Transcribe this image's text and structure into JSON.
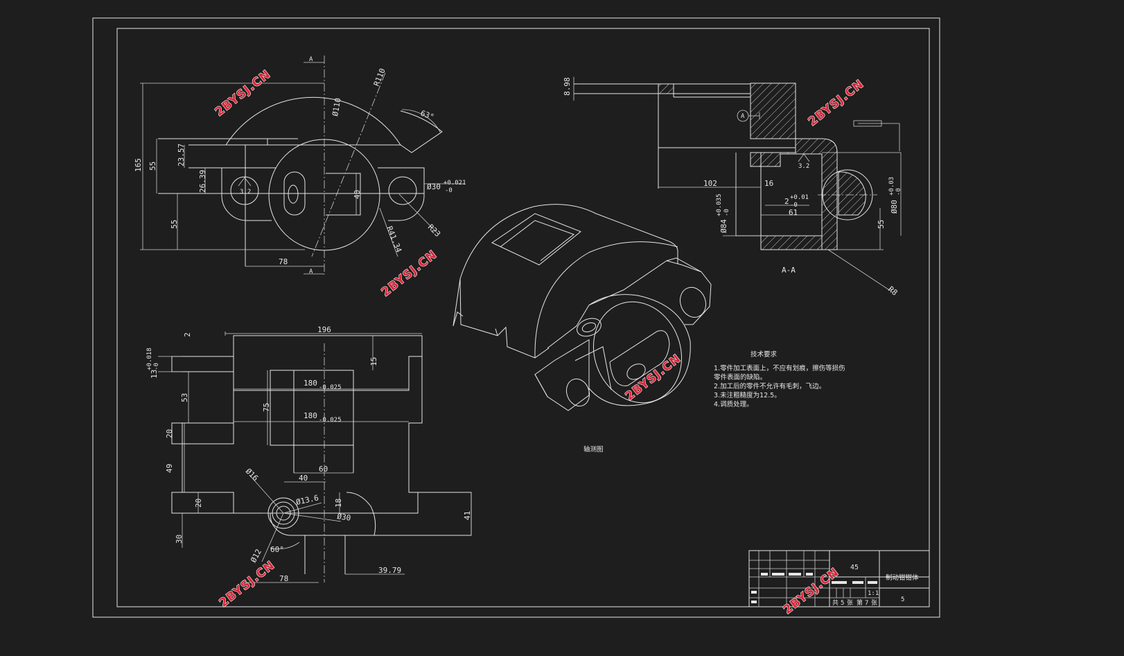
{
  "drawing": {
    "front_view": {
      "dims": {
        "d165": "165",
        "d55a": "55",
        "d55b": "55",
        "d23_57": "23.57",
        "d26_39": "26.39",
        "d78": "78",
        "d40": "40",
        "phi110": "Ø110",
        "r110": "R110",
        "r41_34": "R41.34",
        "r23": "R23",
        "a63": "63°",
        "rough": "3.2",
        "phi30": "Ø30",
        "phi30_tol_up": "+0.021",
        "phi30_tol_low": "-0",
        "section_mark_top": "A",
        "section_mark_bottom": "A"
      }
    },
    "section_view": {
      "title": "A-A",
      "dims": {
        "d8_98": "8.98",
        "d102": "102",
        "d16": "16",
        "d2": "2",
        "d2_tol_up": "+0.01",
        "d2_tol_low": "-0",
        "d61": "61",
        "phi84": "Ø84",
        "phi84_tol_up": "+0.035",
        "phi84_tol_low": "-0",
        "phi80": "Ø80",
        "phi80_tol_up": "+0.03",
        "phi80_tol_low": "-0",
        "d55": "55",
        "r8": "R8",
        "rough": "3.2",
        "datum": "A"
      }
    },
    "bottom_view": {
      "dims": {
        "d196": "196",
        "d2": "2",
        "d13": "13",
        "d13_tol_up": "+0.018",
        "d13_tol_low": "-0",
        "d15": "15",
        "d53": "53",
        "d180a": "180",
        "d180a_tol": "-0.025",
        "d180b": "180",
        "d180b_tol": "-0.025",
        "d75": "75",
        "d20a": "20",
        "d49": "49",
        "d20b": "20",
        "d30": "30",
        "d40": "40",
        "d60": "60",
        "phi16": "Ø16",
        "phi13_6": "Ø13.6",
        "phi30": "Ø30",
        "d18": "18",
        "d41": "41",
        "phi12": "Ø12",
        "a60": "60°",
        "d78": "78",
        "d39_79": "39.79"
      }
    },
    "iso_label": "轴测图",
    "tech_req": {
      "title": "技术要求",
      "items": [
        "1.零件加工表面上，不应有划痕，擦伤等损伤",
        "零件表面的缺陷。",
        "2.加工后的零件不允许有毛刺，飞边。",
        "3.未注粗糙度为12.5。",
        "4.调质处理。"
      ]
    },
    "title_block": {
      "material": "45",
      "part_name": "制动钳钳体",
      "scale": "1:1",
      "sheet_no": "5",
      "sheets_total_label": "共",
      "sheets_total": "5",
      "sheets_unit": "张",
      "sheet_label": "第",
      "sheet_index": "7",
      "sheet_unit": "张"
    },
    "watermark": "2BYSJ.CN",
    "colors": {
      "background": "#1e1e1e",
      "lines": "#e6e6e6",
      "watermark": "#d8283a"
    }
  }
}
